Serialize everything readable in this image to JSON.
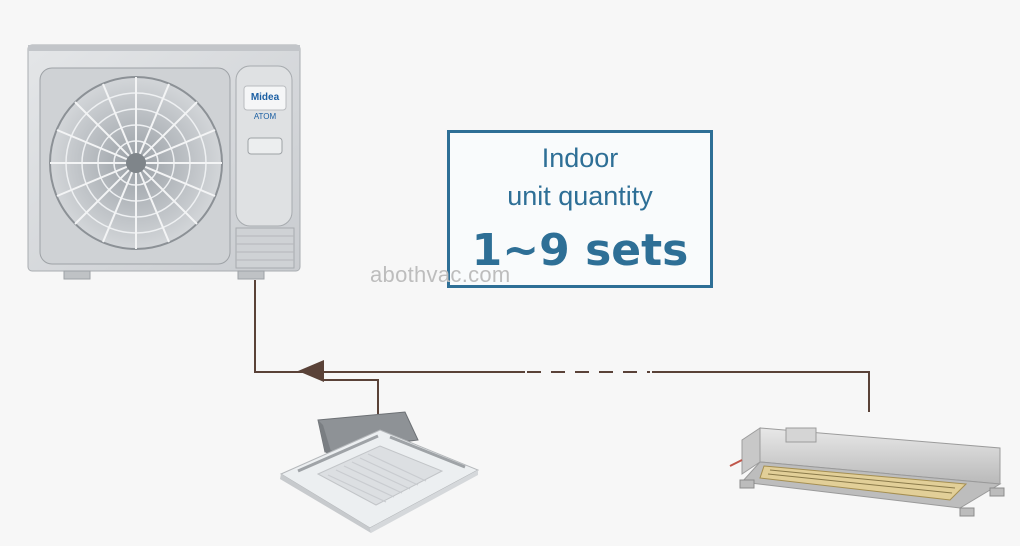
{
  "brand": {
    "logo_text": "Midea",
    "series_text": "ATOM"
  },
  "info_box": {
    "line1": "Indoor",
    "line2": "unit quantity",
    "value": "1~9 sets"
  },
  "watermark": "abothvac.com",
  "colors": {
    "accent": "#2e6f96",
    "pipe": "#5a4238",
    "unit_body": "#d7d9dc",
    "background": "#f7f7f7"
  },
  "nodes": [
    {
      "id": "outdoor-unit",
      "kind": "Midea ATOM outdoor condensing unit"
    },
    {
      "id": "cassette-unit",
      "kind": "four-way ceiling cassette indoor unit"
    },
    {
      "id": "duct-unit",
      "kind": "slim duct indoor unit"
    }
  ],
  "edges": [
    {
      "from": "cassette-unit",
      "to": "outdoor-unit",
      "style": "solid",
      "arrow": true
    },
    {
      "from": "duct-unit",
      "to": "outdoor-unit",
      "style": "dashed-segment"
    }
  ]
}
